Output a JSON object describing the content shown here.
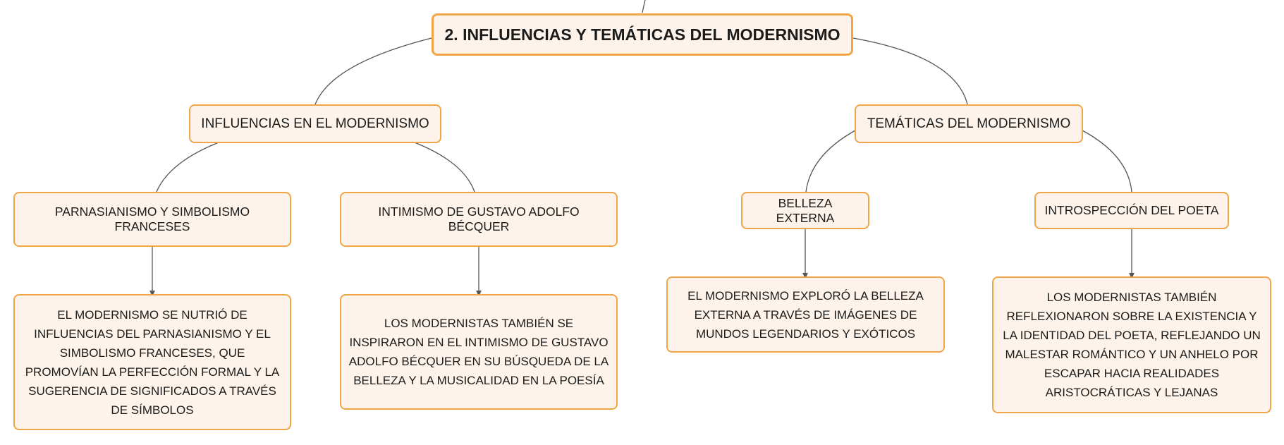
{
  "root": {
    "label": "2. INFLUENCIAS Y TEMÁTICAS DEL MODERNISMO"
  },
  "influencias": {
    "label": "INFLUENCIAS EN EL MODERNISMO",
    "parnasianismo": {
      "label": "PARNASIANISMO Y SIMBOLISMO FRANCESES",
      "detail": "EL MODERNISMO SE NUTRIÓ DE INFLUENCIAS DEL PARNASIANISMO Y EL SIMBOLISMO FRANCESES, QUE PROMOVÍAN LA PERFECCIÓN FORMAL Y LA SUGERENCIA DE SIGNIFICADOS A TRAVÉS DE SÍMBOLOS"
    },
    "becquer": {
      "label": "INTIMISMO DE GUSTAVO ADOLFO BÉCQUER",
      "detail": "LOS MODERNISTAS TAMBIÉN SE INSPIRARON EN EL INTIMISMO DE GUSTAVO ADOLFO BÉCQUER EN SU BÚSQUEDA DE LA BELLEZA Y LA MUSICALIDAD EN LA POESÍA"
    }
  },
  "tematicas": {
    "label": "TEMÁTICAS DEL MODERNISMO",
    "belleza": {
      "label": "BELLEZA EXTERNA",
      "detail": "EL MODERNISMO EXPLORÓ LA BELLEZA EXTERNA A TRAVÉS DE IMÁGENES DE MUNDOS LEGENDARIOS Y EXÓTICOS"
    },
    "introspeccion": {
      "label": "INTROSPECCIÓN DEL POETA",
      "detail": "LOS MODERNISTAS TAMBIÉN REFLEXIONARON SOBRE LA EXISTENCIA Y LA IDENTIDAD DEL POETA, REFLEJANDO UN MALESTAR ROMÁNTICO Y UN ANHELO POR ESCAPAR HACIA REALIDADES ARISTOCRÁTICAS Y LEJANAS"
    }
  },
  "colors": {
    "border": "#f2a547",
    "fill": "#fdf3ea",
    "line": "#555555"
  }
}
